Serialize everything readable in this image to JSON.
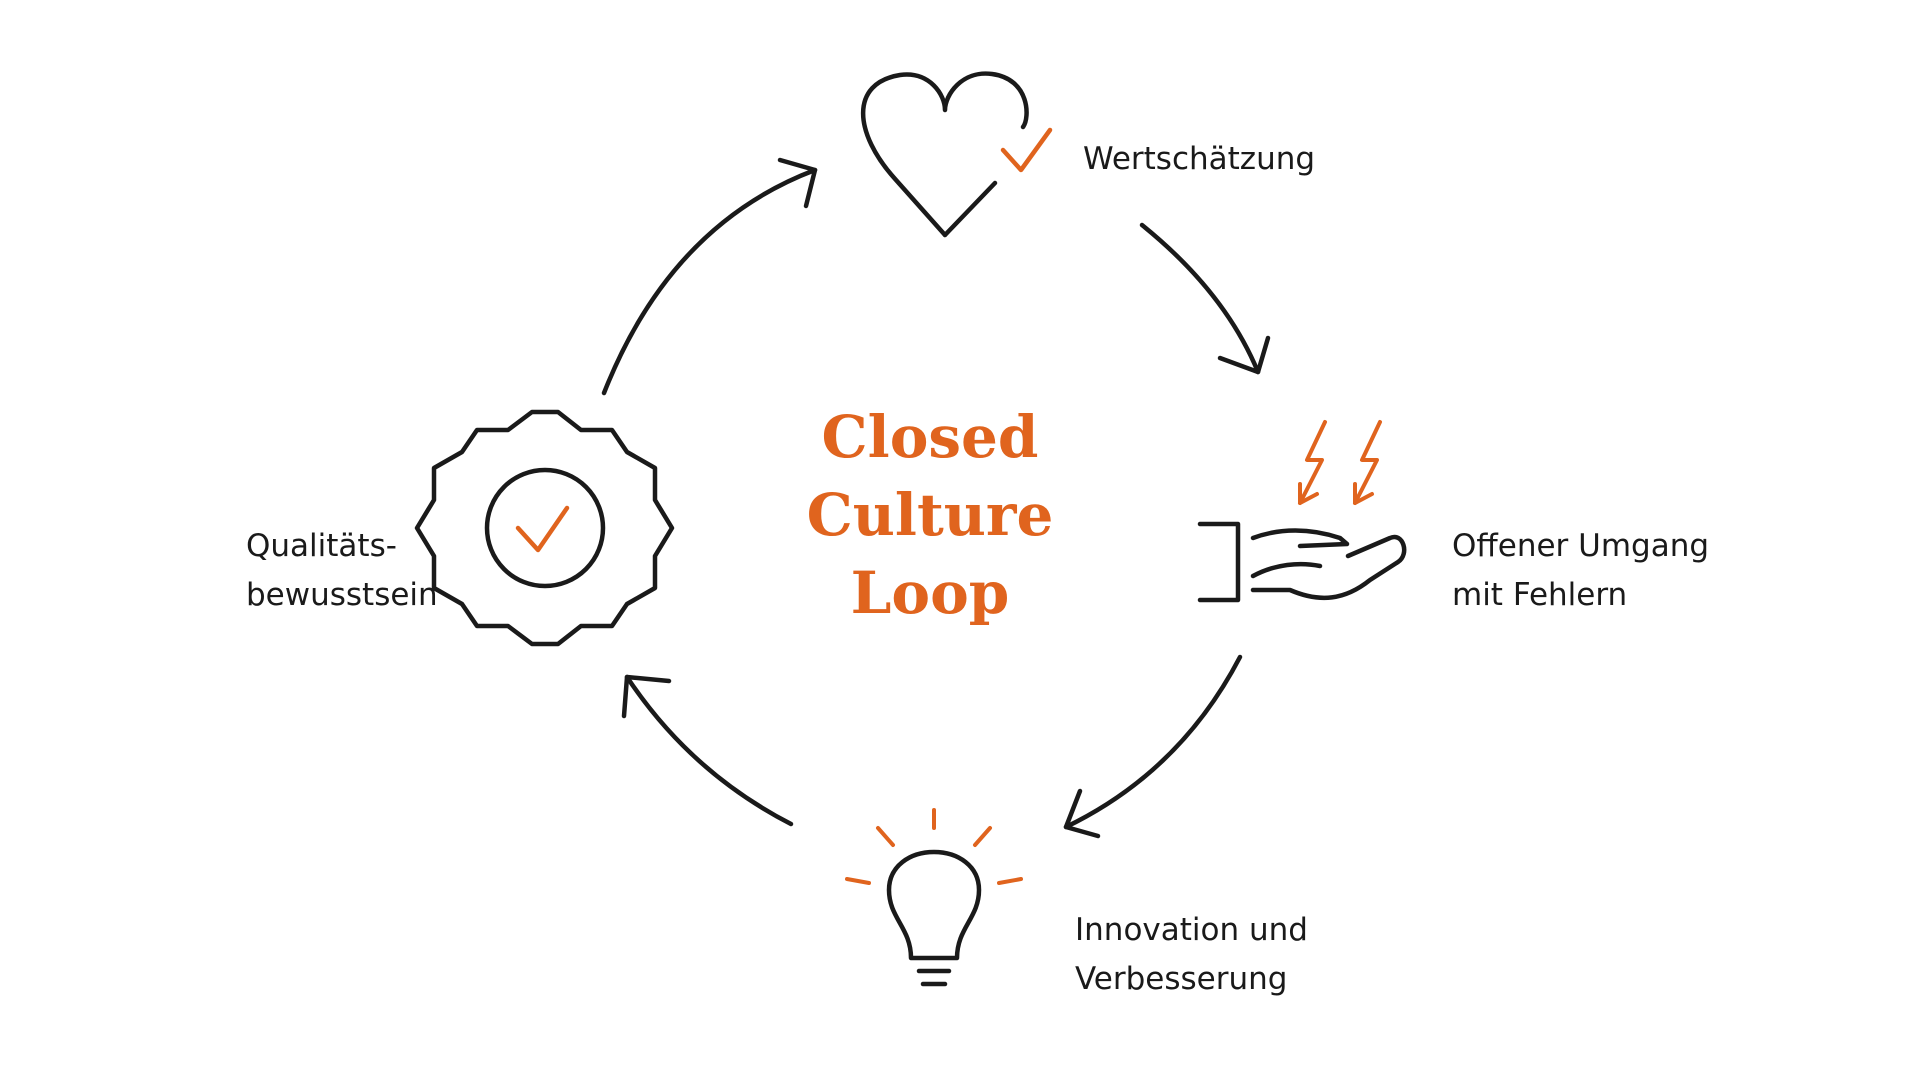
{
  "title": {
    "line1": "Closed",
    "line2": "Culture",
    "line3": "Loop"
  },
  "steps": [
    {
      "icon": "heart-check-icon",
      "line1": "Wertschätzung",
      "line2": ""
    },
    {
      "icon": "hand-lightning-icon",
      "line1": "Offener Umgang",
      "line2": "mit Fehlern"
    },
    {
      "icon": "lightbulb-icon",
      "line1": "Innovation und",
      "line2": "Verbesserung"
    },
    {
      "icon": "badge-check-icon",
      "line1": "Qualitäts-",
      "line2": "bewusstsein"
    }
  ],
  "colors": {
    "accent": "#e0641e",
    "stroke": "#1a1a1a",
    "background": "#ffffff"
  }
}
